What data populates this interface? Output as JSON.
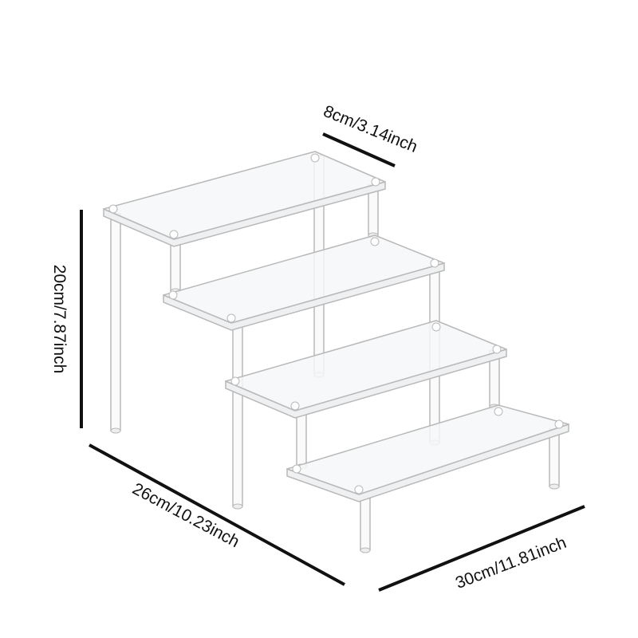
{
  "title": "4-tier acrylic display riser dimensions",
  "dimensions": {
    "depth": "8cm/3.14inch",
    "height": "20cm/7.87inch",
    "side_length": "26cm/10.23inch",
    "width": "30cm/11.81inch"
  },
  "tiers": 4,
  "colors": {
    "line": "#111111",
    "acrylic_edge": "#b9b9b9",
    "acrylic_fill": "#f6f7f8"
  }
}
